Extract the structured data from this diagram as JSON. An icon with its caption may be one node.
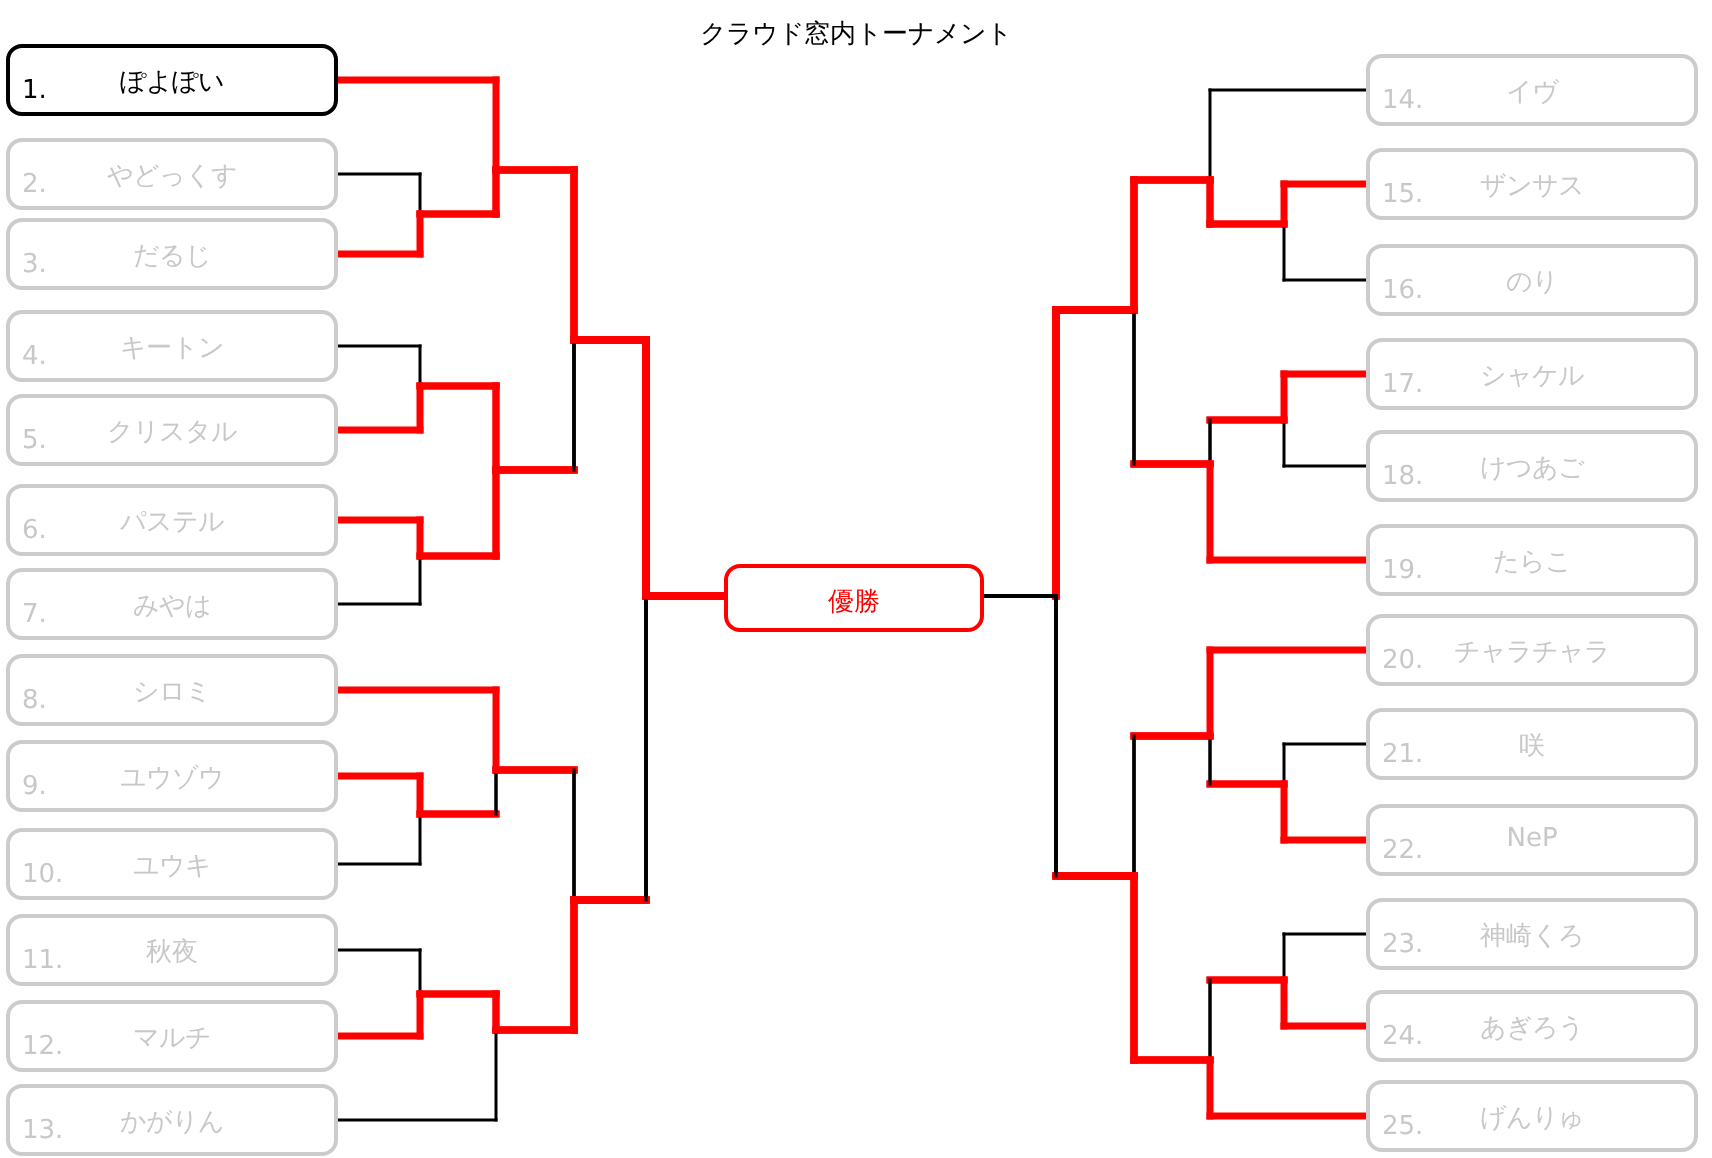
{
  "diagram": {
    "title": "クラウド窓内トーナメント",
    "nodes": [
      {
        "text": [
          "1.",
          "ぽよぽい"
        ]
      },
      {
        "text": [
          "2.",
          "やどっくす"
        ]
      },
      {
        "text": [
          "3.",
          "だるじ"
        ]
      },
      {
        "text": [
          "4.",
          "キートン"
        ]
      },
      {
        "text": [
          "5.",
          "クリスタル"
        ]
      },
      {
        "text": [
          "6.",
          "パステル"
        ]
      },
      {
        "text": [
          "7.",
          "みやは"
        ]
      },
      {
        "text": [
          "8.",
          "シロミ"
        ]
      },
      {
        "text": [
          "9.",
          "ユウゾウ"
        ]
      },
      {
        "text": [
          "10.",
          "ユウキ"
        ]
      },
      {
        "text": [
          "11.",
          "秋夜"
        ]
      },
      {
        "text": [
          "12.",
          "マルチ"
        ]
      },
      {
        "text": [
          "13.",
          "かがりん"
        ]
      },
      {
        "text": [
          "優勝"
        ]
      },
      {
        "text": [
          "14.",
          "イヴ"
        ]
      },
      {
        "text": [
          "15.",
          "ザンサス"
        ]
      },
      {
        "text": [
          "16.",
          "のり"
        ]
      },
      {
        "text": [
          "17.",
          "シャケル"
        ]
      },
      {
        "text": [
          "18.",
          "けつあご"
        ]
      },
      {
        "text": [
          "19.",
          "たらこ"
        ]
      },
      {
        "text": [
          "20.",
          "チャラチャラ"
        ]
      },
      {
        "text": [
          "21.",
          "咲"
        ]
      },
      {
        "text": [
          "22.",
          "NeP"
        ]
      },
      {
        "text": [
          "23.",
          "神崎くろ"
        ]
      },
      {
        "text": [
          "24.",
          "あぎろう"
        ]
      },
      {
        "text": [
          "25.",
          "げんりゅ"
        ]
      }
    ],
    "edges": [
      {
        "from": 0,
        "to": 13,
        "arrow": "none",
        "color": "#ff0000"
      },
      {
        "from": 1,
        "to": 13,
        "arrow": "none",
        "color": "#ff0000"
      },
      {
        "from": 2,
        "to": 13,
        "arrow": "none",
        "color": "#ff0000"
      },
      {
        "from": 3,
        "to": 13,
        "arrow": "none",
        "color": "#ff0000"
      },
      {
        "from": 4,
        "to": 13,
        "arrow": "none",
        "color": "#ff0000"
      },
      {
        "from": 5,
        "to": 13,
        "arrow": "none",
        "color": "#ff0000"
      },
      {
        "from": 6,
        "to": 13,
        "arrow": "none",
        "color": "#ff0000"
      },
      {
        "from": 7,
        "to": 13,
        "arrow": "none",
        "color": "#000000"
      },
      {
        "from": 8,
        "to": 13,
        "arrow": "none",
        "color": "#000000"
      },
      {
        "from": 9,
        "to": 13,
        "arrow": "none",
        "color": "#000000"
      },
      {
        "from": 10,
        "to": 13,
        "arrow": "none",
        "color": "#000000"
      },
      {
        "from": 11,
        "to": 13,
        "arrow": "none",
        "color": "#000000"
      },
      {
        "from": 12,
        "to": 13,
        "arrow": "none",
        "color": "#000000"
      },
      {
        "from": 14,
        "to": 13,
        "arrow": "none",
        "color": "#ff0000"
      },
      {
        "from": 15,
        "to": 13,
        "arrow": "none",
        "color": "#ff0000"
      },
      {
        "from": 16,
        "to": 13,
        "arrow": "none",
        "color": "#ff0000"
      },
      {
        "from": 17,
        "to": 13,
        "arrow": "none",
        "color": "#ff0000"
      },
      {
        "from": 18,
        "to": 13,
        "arrow": "none",
        "color": "#ff0000"
      },
      {
        "from": 19,
        "to": 13,
        "arrow": "none",
        "color": "#ff0000"
      },
      {
        "from": 20,
        "to": 13,
        "arrow": "none",
        "color": "#000000"
      },
      {
        "from": 21,
        "to": 13,
        "arrow": "none",
        "color": "#000000"
      },
      {
        "from": 22,
        "to": 13,
        "arrow": "none",
        "color": "#000000"
      },
      {
        "from": 23,
        "to": 13,
        "arrow": "none",
        "color": "#000000"
      },
      {
        "from": 24,
        "to": 13,
        "arrow": "none",
        "color": "#000000"
      },
      {
        "from": 25,
        "to": 13,
        "arrow": "none",
        "color": "#000000"
      }
    ]
  }
}
